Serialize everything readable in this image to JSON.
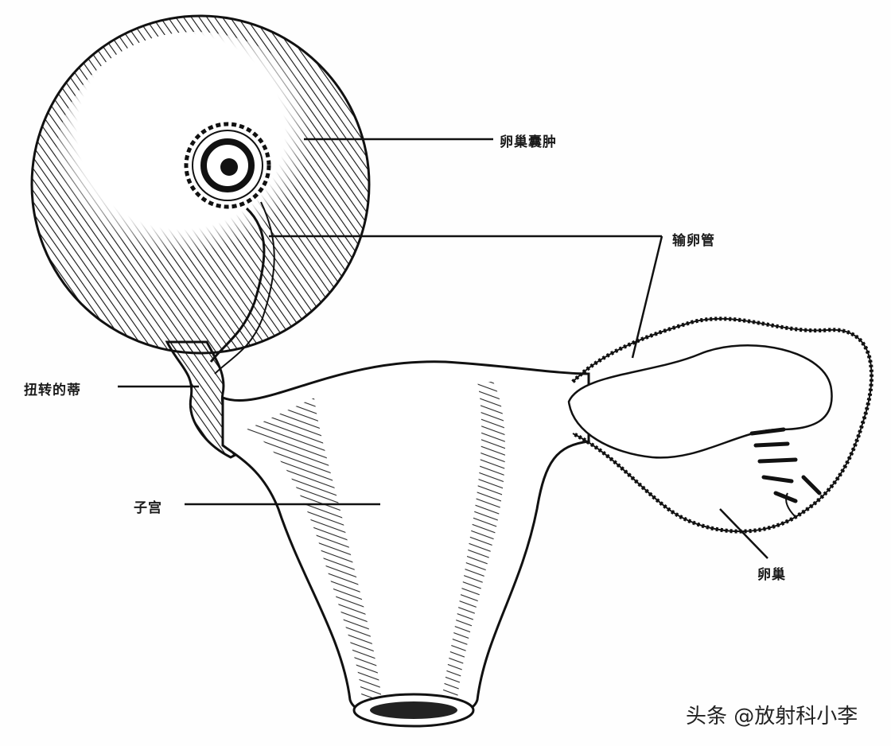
{
  "diagram": {
    "title": "",
    "labels": {
      "ovarian_cyst": "卵巢囊肿",
      "fallopian_tube": "输卵管",
      "twisted_pedicle": "扭转的蒂",
      "uterus": "子宫",
      "ovary": "卵巢"
    },
    "watermark": "头条 @放射科小李",
    "colors": {
      "line": "#111111",
      "background": "#fefefe"
    }
  }
}
